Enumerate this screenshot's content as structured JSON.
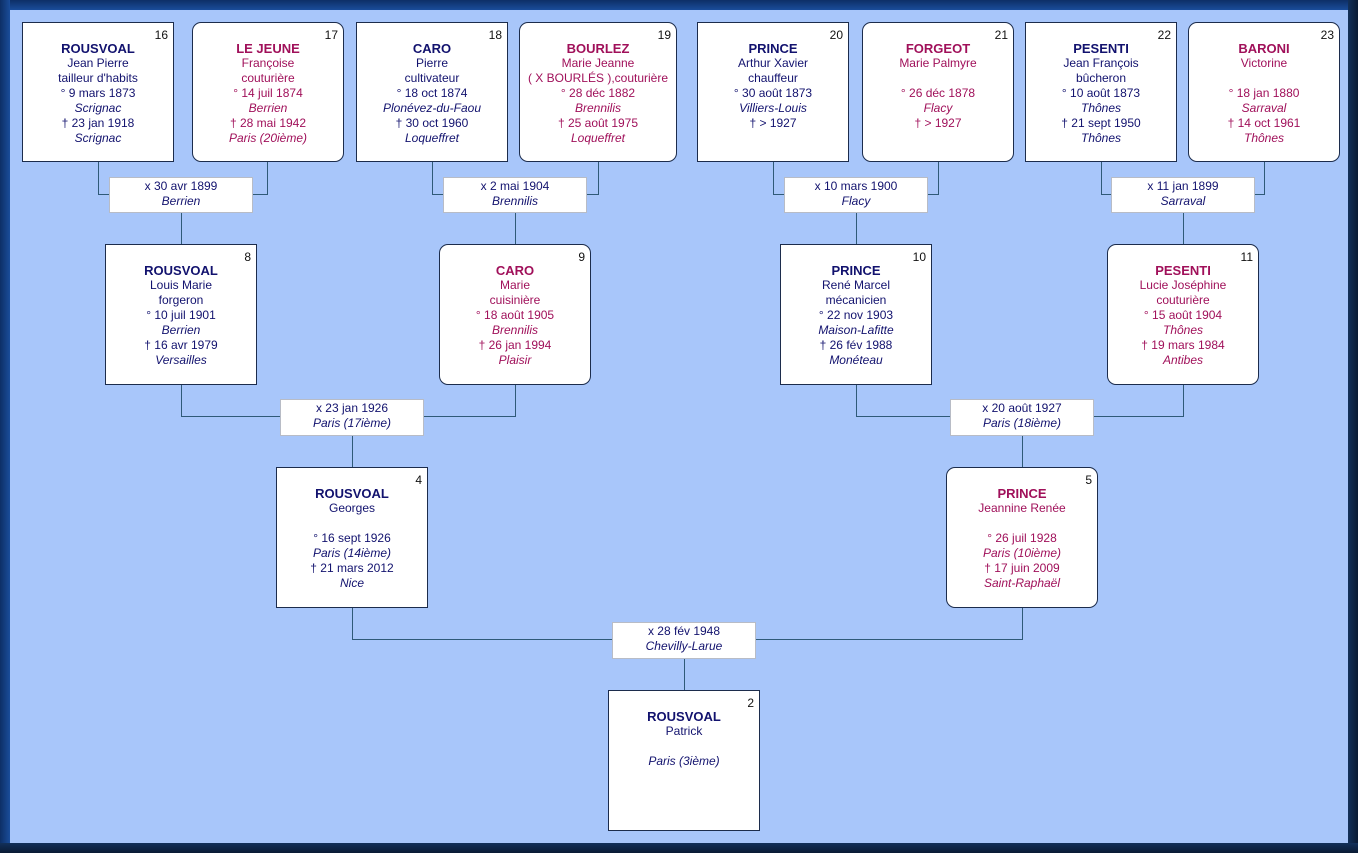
{
  "persons": {
    "p16": {
      "num": "16",
      "sex": "m",
      "surname": "ROUSVOAL",
      "given": "Jean Pierre",
      "occupation": "tailleur d'habits",
      "birth": "° 9 mars 1873",
      "birth_place": "Scrignac",
      "death": "† 23 jan 1918",
      "death_place": "Scrignac"
    },
    "p17": {
      "num": "17",
      "sex": "f",
      "surname": "LE JEUNE",
      "given": "Françoise",
      "occupation": "couturière",
      "birth": "° 14 juil 1874",
      "birth_place": "Berrien",
      "death": "† 28 mai 1942",
      "death_place": "Paris (20ième)"
    },
    "p18": {
      "num": "18",
      "sex": "m",
      "surname": "CARO",
      "given": "Pierre",
      "occupation": "cultivateur",
      "birth": "° 18 oct 1874",
      "birth_place": "Plonévez-du-Faou",
      "death": "† 30 oct 1960",
      "death_place": "Loqueffret"
    },
    "p19": {
      "num": "19",
      "sex": "f",
      "surname": "BOURLEZ",
      "given": "Marie Jeanne",
      "occupation": "( X BOURLÉS ),couturière",
      "birth": "° 28 déc 1882",
      "birth_place": "Brennilis",
      "death": "† 25 août 1975",
      "death_place": "Loqueffret"
    },
    "p20": {
      "num": "20",
      "sex": "m",
      "surname": "PRINCE",
      "given": "Arthur Xavier",
      "occupation": "chauffeur",
      "birth": "° 30 août 1873",
      "birth_place": "Villiers-Louis",
      "death": "† > 1927",
      "death_place": ""
    },
    "p21": {
      "num": "21",
      "sex": "f",
      "surname": "FORGEOT",
      "given": "Marie Palmyre",
      "occupation": "",
      "birth": "° 26 déc 1878",
      "birth_place": "Flacy",
      "death": "† > 1927",
      "death_place": ""
    },
    "p22": {
      "num": "22",
      "sex": "m",
      "surname": "PESENTI",
      "given": "Jean François",
      "occupation": "bûcheron",
      "birth": "° 10 août 1873",
      "birth_place": "Thônes",
      "death": "† 21 sept 1950",
      "death_place": "Thônes"
    },
    "p23": {
      "num": "23",
      "sex": "f",
      "surname": "BARONI",
      "given": "Victorine",
      "occupation": "",
      "birth": "° 18 jan 1880",
      "birth_place": "Sarraval",
      "death": "† 14 oct 1961",
      "death_place": "Thônes"
    },
    "p8": {
      "num": "8",
      "sex": "m",
      "surname": "ROUSVOAL",
      "given": "Louis Marie",
      "occupation": "forgeron",
      "birth": "° 10 juil 1901",
      "birth_place": "Berrien",
      "death": "† 16 avr 1979",
      "death_place": "Versailles"
    },
    "p9": {
      "num": "9",
      "sex": "f",
      "surname": "CARO",
      "given": "Marie",
      "occupation": "cuisinière",
      "birth": "° 18 août 1905",
      "birth_place": "Brennilis",
      "death": "† 26 jan 1994",
      "death_place": "Plaisir"
    },
    "p10": {
      "num": "10",
      "sex": "m",
      "surname": "PRINCE",
      "given": "René Marcel",
      "occupation": "mécanicien",
      "birth": "° 22 nov 1903",
      "birth_place": "Maison-Lafitte",
      "death": "† 26 fév 1988",
      "death_place": "Monéteau"
    },
    "p11": {
      "num": "11",
      "sex": "f",
      "surname": "PESENTI",
      "given": "Lucie Joséphine",
      "occupation": "couturière",
      "birth": "° 15 août 1904",
      "birth_place": "Thônes",
      "death": "† 19 mars 1984",
      "death_place": "Antibes"
    },
    "p4": {
      "num": "4",
      "sex": "m",
      "surname": "ROUSVOAL",
      "given": "Georges",
      "occupation": "",
      "birth": "° 16 sept 1926",
      "birth_place": "Paris (14ième)",
      "death": "† 21 mars 2012",
      "death_place": "Nice"
    },
    "p5": {
      "num": "5",
      "sex": "f",
      "surname": "PRINCE",
      "given": "Jeannine Renée",
      "occupation": "",
      "birth": "° 26 juil 1928",
      "birth_place": "Paris (10ième)",
      "death": "† 17 juin 2009",
      "death_place": "Saint-Raphaël"
    },
    "p2": {
      "num": "2",
      "sex": "m",
      "surname": "ROUSVOAL",
      "given": "Patrick",
      "occupation": "",
      "birth": "",
      "birth_place": "Paris (3ième)",
      "death": "",
      "death_place": ""
    }
  },
  "marriages": {
    "m16_17": {
      "date": "x 30 avr 1899",
      "place": "Berrien"
    },
    "m18_19": {
      "date": "x 2 mai 1904",
      "place": "Brennilis"
    },
    "m20_21": {
      "date": "x 10 mars 1900",
      "place": "Flacy"
    },
    "m22_23": {
      "date": "x 11 jan 1899",
      "place": "Sarraval"
    },
    "m8_9": {
      "date": "x 23 jan 1926",
      "place": "Paris (17ième)"
    },
    "m10_11": {
      "date": "x 20 août 1927",
      "place": "Paris (18ième)"
    },
    "m4_5": {
      "date": "x 28 fév 1948",
      "place": "Chevilly-Larue"
    }
  },
  "colors": {
    "male": "#12126e",
    "female": "#a0105a",
    "background": "#a8c6fa",
    "line": "#2f5a78"
  }
}
